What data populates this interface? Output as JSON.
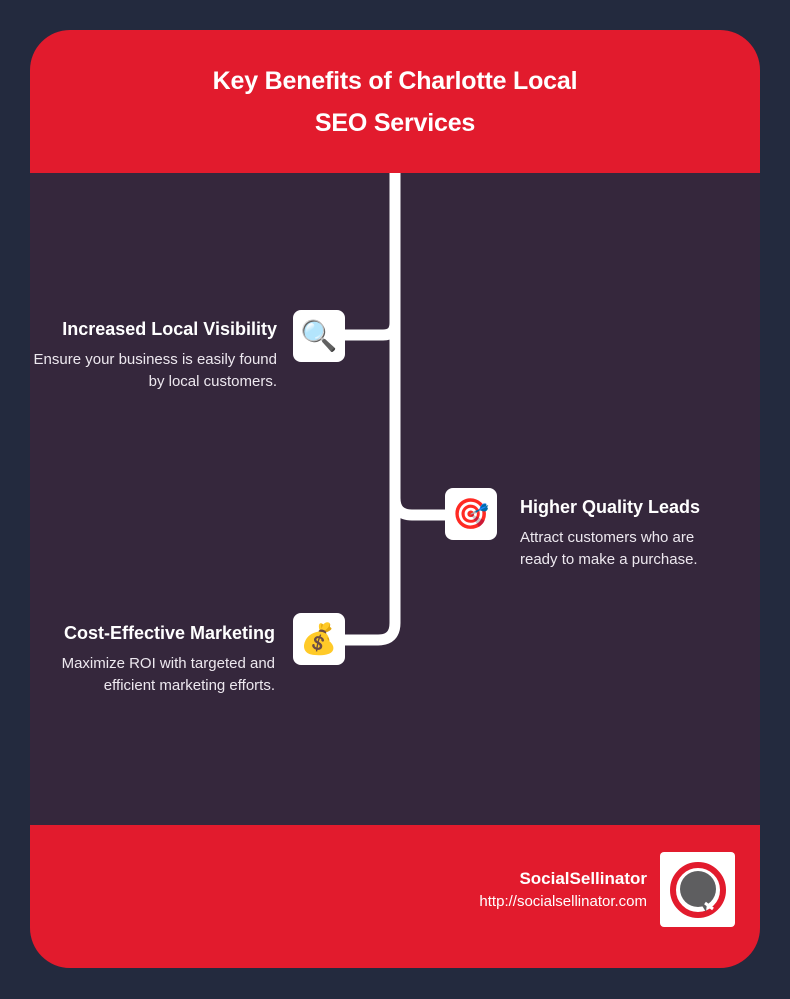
{
  "header": {
    "title": "Key Benefits of Charlotte Local SEO Services"
  },
  "colors": {
    "page_background": "#232A3E",
    "accent_red": "#E21B2D",
    "body_background": "#35273C",
    "line": "#FFFFFF"
  },
  "benefits": [
    {
      "title": "Increased Local Visibility",
      "description": "Ensure your business is easily found by local customers.",
      "icon": "magnifying-glass-icon",
      "glyph": "🔍",
      "side": "left"
    },
    {
      "title": "Higher Quality Leads",
      "description": "Attract customers who are ready to make a purchase.",
      "icon": "direct-hit-target-icon",
      "glyph": "🎯",
      "side": "right"
    },
    {
      "title": "Cost-Effective Marketing",
      "description": "Maximize ROI with targeted and efficient marketing efforts.",
      "icon": "money-bag-icon",
      "glyph": "💰",
      "side": "left"
    }
  ],
  "footer": {
    "brand_name": "SocialSellinator",
    "brand_url": "http://socialsellinator.com",
    "logo": "socialsellinator-logo"
  }
}
